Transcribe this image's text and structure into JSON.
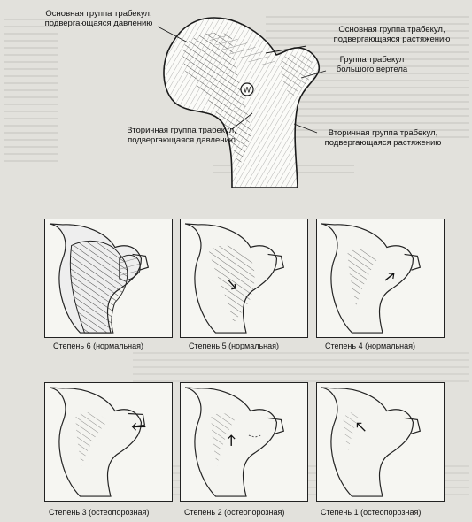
{
  "main_figure": {
    "labels": {
      "primary_compressive": "Основная группа трабекул,\nподвергающаяся давлению",
      "primary_tensile": "Основная группа трабекул,\nподвергающаяся растяжению",
      "greater_trochanter": "Группа трабекул\nбольшого вертела",
      "secondary_compressive": "Вторичная группа трабекул,\nподвергающаяся давлению",
      "secondary_tensile": "Вторичная группа трабекул,\nподвергающаяся растяжению",
      "ward_triangle_mark": "W"
    }
  },
  "grades": [
    {
      "caption": "Степень 6 (нормальная)"
    },
    {
      "caption": "Степень 5 (нормальная)"
    },
    {
      "caption": "Степень 4 (нормальная)"
    },
    {
      "caption": "Степень 3 (остеопорозная)"
    },
    {
      "caption": "Степень 2 (остеопорозная)"
    },
    {
      "caption": "Степень 1 (остеопорозная)"
    }
  ],
  "colors": {
    "background": "#e2e1dc",
    "ink": "#1a1a1a",
    "panel_fill": "#f6f6f2"
  }
}
